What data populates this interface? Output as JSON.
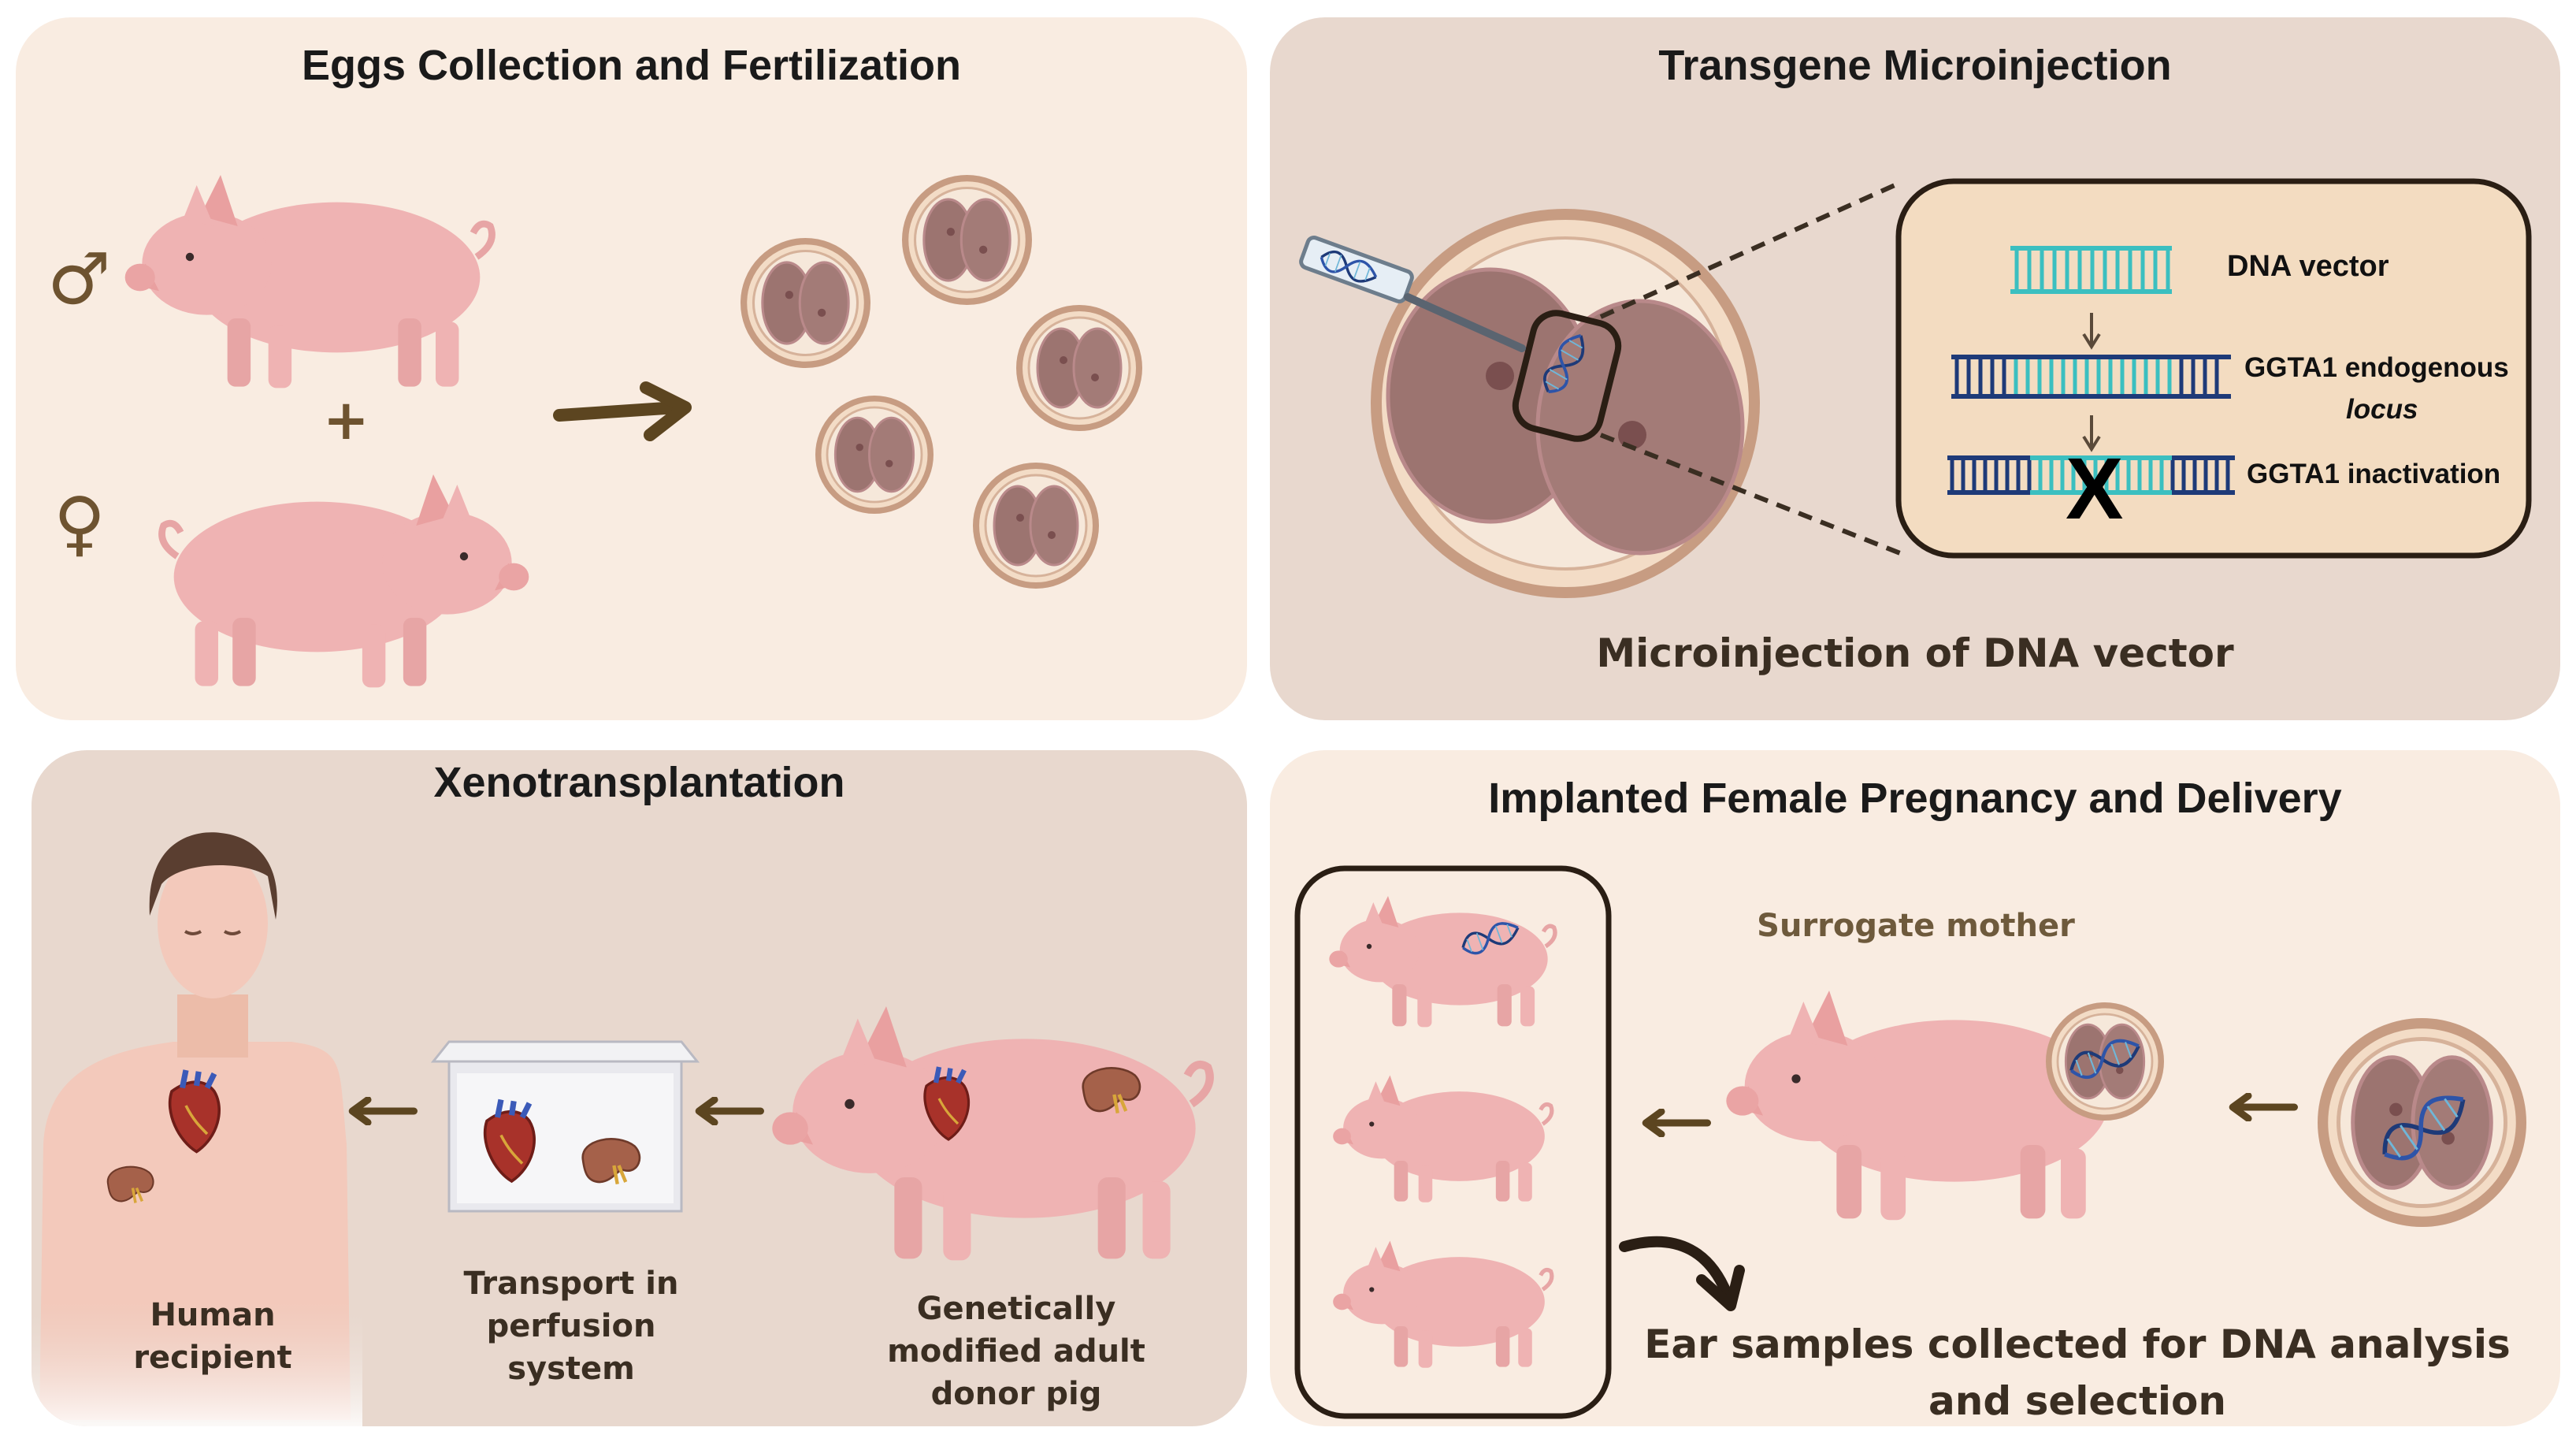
{
  "panels": {
    "eggs": {
      "title": "Eggs Collection and Fertilization",
      "male_symbol": "♂",
      "female_symbol": "♀",
      "plus": "+"
    },
    "microinjection": {
      "title": "Transgene Microinjection",
      "caption": "Microinjection of DNA vector",
      "steps": [
        "DNA vector",
        "GGTA1 endogenous",
        "locus",
        "GGTA1 inactivation"
      ],
      "knockout_mark": "X"
    },
    "xeno": {
      "title": "Xenotransplantation",
      "labels": {
        "recipient_l1": "Human",
        "recipient_l2": "recipient",
        "transport_l1": "Transport in",
        "transport_l2": "perfusion",
        "transport_l3": "system",
        "donor_l1": "Genetically",
        "donor_l2": "modified adult",
        "donor_l3": "donor pig"
      }
    },
    "pregnancy": {
      "title": "Implanted Female Pregnancy and Delivery",
      "surrogate": "Surrogate mother",
      "ear_l1": "Ear samples collected for DNA analysis",
      "ear_l2": "and selection"
    }
  },
  "colors": {
    "panel_light": "#f9ece1",
    "panel_dark": "#e8d8ce",
    "pig_pink": "#efb3b3",
    "embryo_brown": "#9c7470",
    "arrow_brown": "#5c4520",
    "dna_teal": "#3bbfc0",
    "dna_navy": "#1e3a78"
  }
}
